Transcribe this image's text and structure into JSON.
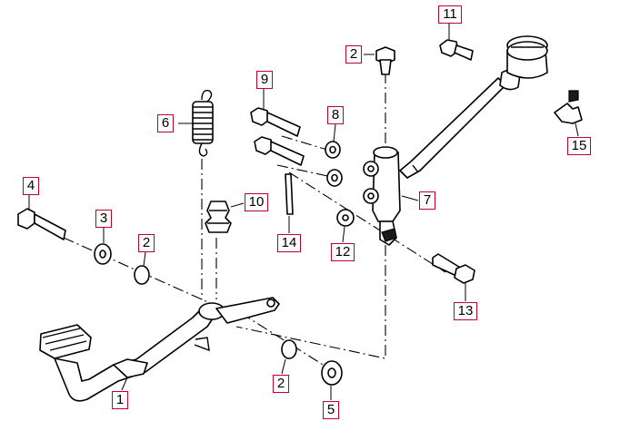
{
  "diagram": {
    "callouts": [
      {
        "id": "c1",
        "label": "1"
      },
      {
        "id": "c2a",
        "label": "2"
      },
      {
        "id": "c2b",
        "label": "2"
      },
      {
        "id": "c2c",
        "label": "2"
      },
      {
        "id": "c3",
        "label": "3"
      },
      {
        "id": "c4",
        "label": "4"
      },
      {
        "id": "c5",
        "label": "5"
      },
      {
        "id": "c6",
        "label": "6"
      },
      {
        "id": "c7",
        "label": "7"
      },
      {
        "id": "c8",
        "label": "8"
      },
      {
        "id": "c9",
        "label": "9"
      },
      {
        "id": "c10",
        "label": "10"
      },
      {
        "id": "c11",
        "label": "11"
      },
      {
        "id": "c12",
        "label": "12"
      },
      {
        "id": "c13",
        "label": "13"
      },
      {
        "id": "c14",
        "label": "14"
      },
      {
        "id": "c15",
        "label": "15"
      }
    ],
    "colors": {
      "callout_border": "#c0002a",
      "line": "#000000",
      "background": "#ffffff"
    }
  }
}
